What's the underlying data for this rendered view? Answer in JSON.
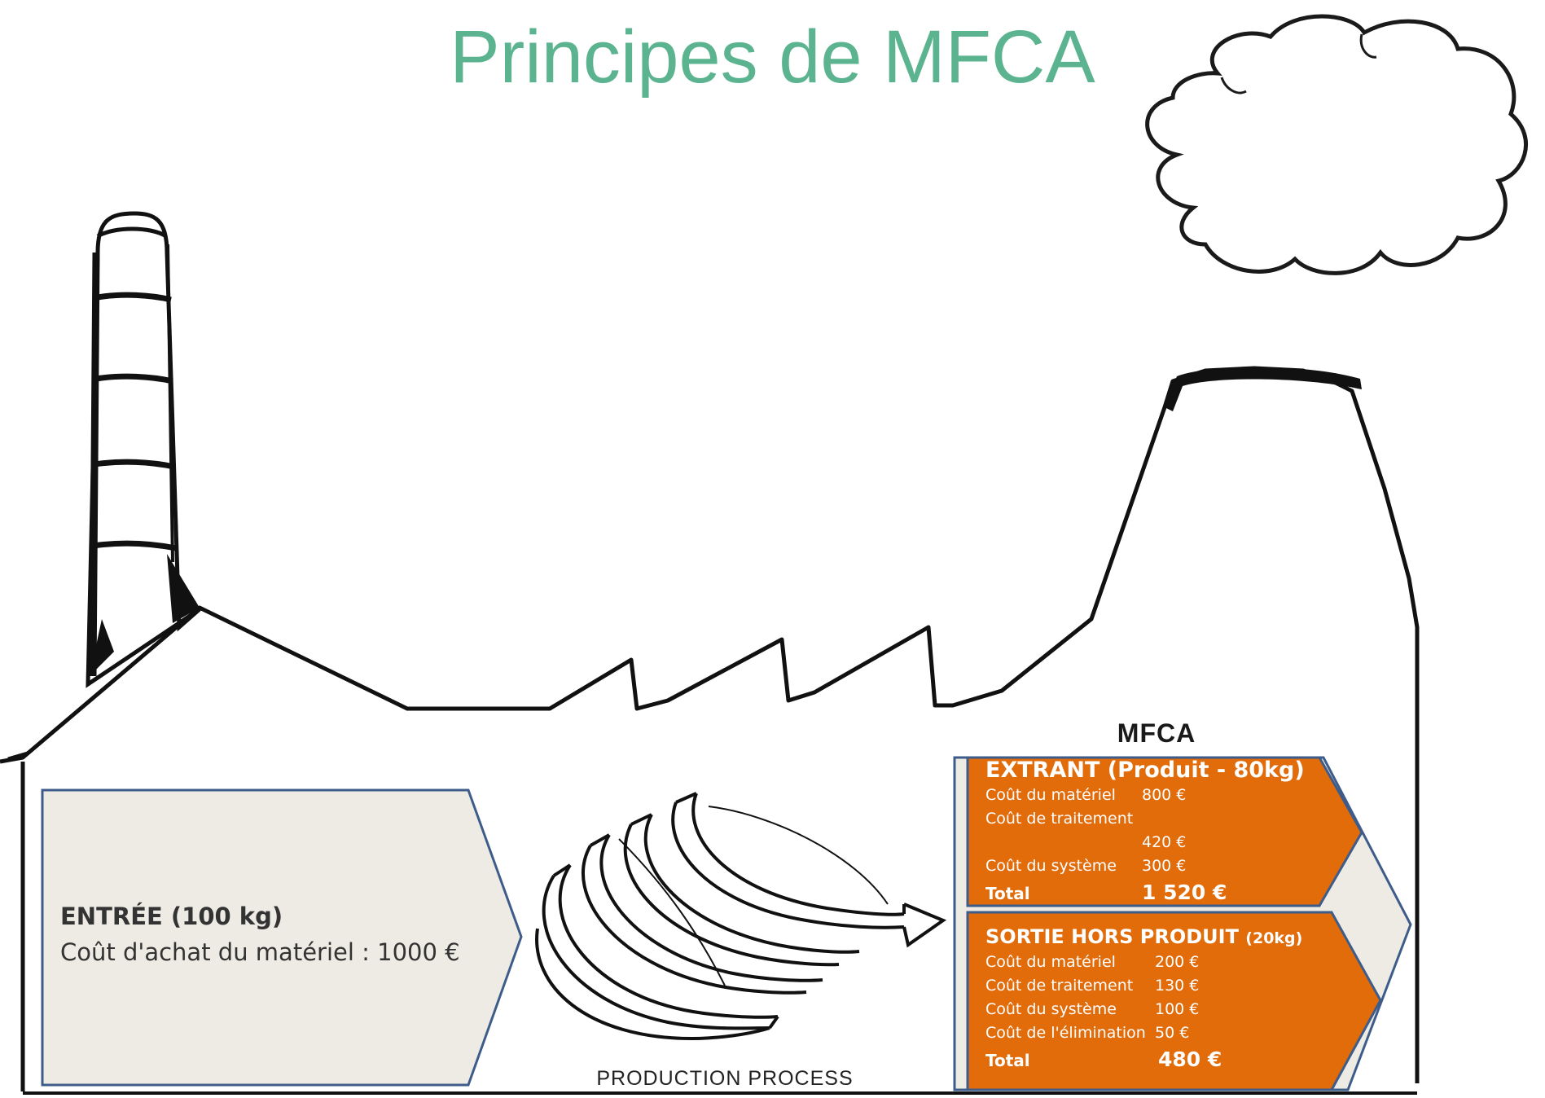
{
  "title": "Principes de MFCA",
  "mfca_label": "MFCA",
  "process_label": "PRODUCTION PROCESS",
  "entree": {
    "title": "ENTRÉE (100 kg)",
    "line": "Coût d'achat du matériel : 1000 €"
  },
  "extrant": {
    "title": "EXTRANT (Produit - 80kg)",
    "rows": [
      {
        "label": "Coût du matériel",
        "value": "800 €"
      },
      {
        "label": "Coût de traitement",
        "value": ""
      },
      {
        "label": "",
        "value": "420 €"
      },
      {
        "label": "Coût du système",
        "value": "300 €"
      },
      {
        "label": "Total",
        "value": "1 520 €"
      }
    ]
  },
  "sortie": {
    "title": "SORTIE HORS PRODUIT",
    "title_small": "(20kg)",
    "rows": [
      {
        "label": "Coût du matériel",
        "value": "200 €"
      },
      {
        "label": "Coût de traitement",
        "value": "130 €"
      },
      {
        "label": "Coût du système",
        "value": "100 €"
      },
      {
        "label": "Coût de l'élimination",
        "value": "50 €"
      },
      {
        "label": "Total",
        "value": "480 €"
      }
    ]
  },
  "colors": {
    "title": "#5bb48f",
    "orange": "#e26b0a",
    "beige": "#edebe3",
    "border_blue": "#3e5c8a"
  }
}
